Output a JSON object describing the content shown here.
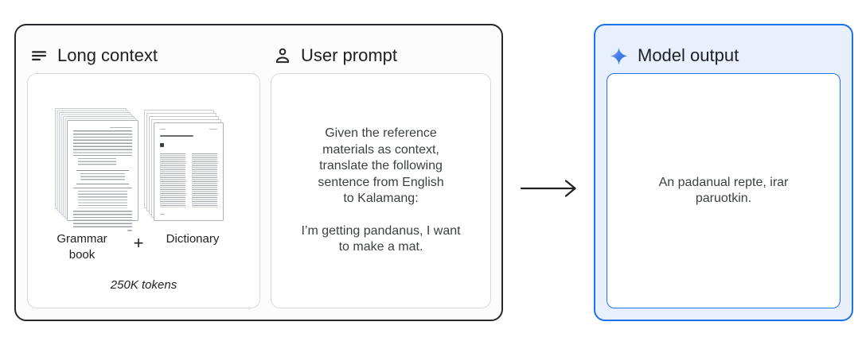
{
  "colors": {
    "accent_blue": "#1a73e8",
    "model_panel_bg": "#e8f0fe",
    "outline_dark": "#26282b",
    "heading_text": "#202124",
    "body_text": "#3c4043",
    "card_border": "#d7dadd"
  },
  "long_context": {
    "title": "Long context",
    "icon": "notes-icon",
    "grammar_book_label": "Grammar book",
    "plus_sign": "+",
    "dictionary_label": "Dictionary",
    "token_count": "250K tokens"
  },
  "user_prompt": {
    "title": "User prompt",
    "icon": "person-icon",
    "instruction": "Given the reference\nmaterials as context,\ntranslate the following\nsentence from English\nto Kalamang:",
    "sentence": "I’m getting pandanus, I want\nto make a mat."
  },
  "arrow": {
    "icon": "arrow-right-icon"
  },
  "model_output": {
    "title": "Model output",
    "icon": "gemini-sparkle-icon",
    "response": "An padanual repte, irar\nparuotkin."
  }
}
